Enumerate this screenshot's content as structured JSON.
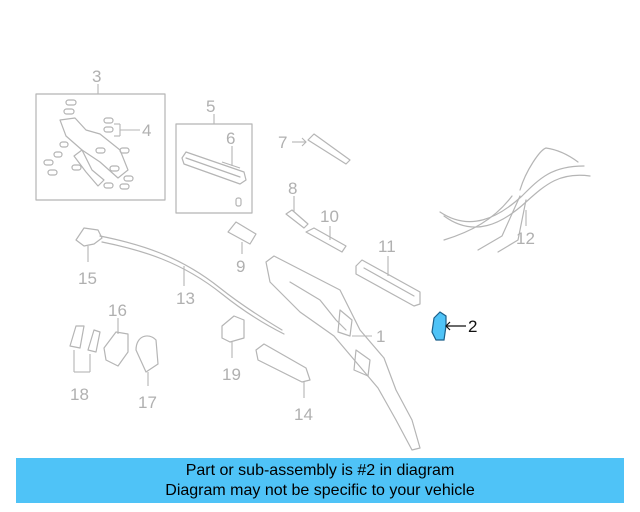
{
  "diagram": {
    "callouts": [
      "1",
      "2",
      "3",
      "4",
      "5",
      "6",
      "7",
      "8",
      "9",
      "10",
      "11",
      "12",
      "13",
      "14",
      "15",
      "16",
      "17",
      "18",
      "19"
    ],
    "highlighted_part": "2",
    "colors": {
      "highlight_fill": "#4fc3f7",
      "line_art": "#b5b5b5",
      "banner_background": "#4fc3f7"
    }
  },
  "banner": {
    "line1": "Part or sub-assembly is #2 in diagram",
    "line2": "Diagram may not be specific to your vehicle"
  }
}
